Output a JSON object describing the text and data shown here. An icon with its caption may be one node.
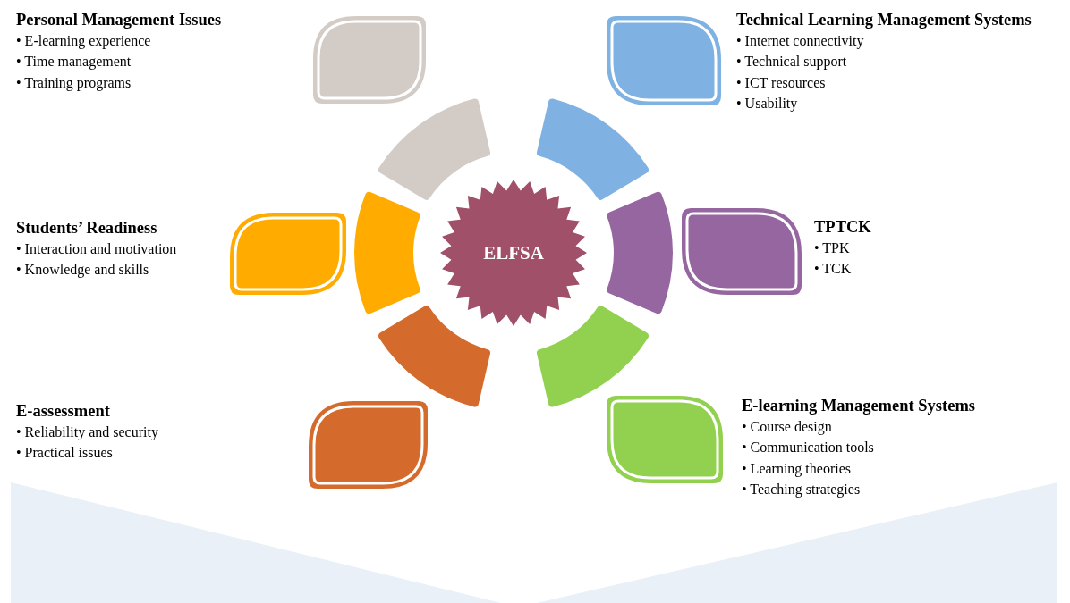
{
  "diagram": {
    "nodes": [
      {
        "text": [
          "ELFSA"
        ]
      },
      {
        "text": [],
        "shape": "leaf",
        "beside": [
          "Personal Management Issues",
          "• E-learning experience",
          "• Time management",
          "• Training programs"
        ]
      },
      {
        "text": [],
        "shape": "leaf",
        "beside": [
          "Technical Learning Management Systems",
          "• Internet connectivity",
          "• Technical support",
          "• ICT resources",
          "• Usability"
        ]
      },
      {
        "text": [],
        "shape": "leaf",
        "beside": [
          "Students’ Readiness",
          "• Interaction and motivation",
          "• Knowledge and skills"
        ]
      },
      {
        "text": [],
        "shape": "leaf",
        "beside": [
          "TPTCK",
          "• TPK",
          "• TCK"
        ]
      },
      {
        "text": [],
        "shape": "leaf",
        "beside": [
          "E-assessment",
          "• Reliability and security",
          "• Practical issues"
        ]
      },
      {
        "text": [],
        "shape": "leaf",
        "beside": [
          "E-learning Management Systems",
          "• Course design",
          "• Communication tools",
          "• Learning theories",
          "• Teaching strategies"
        ]
      }
    ]
  }
}
